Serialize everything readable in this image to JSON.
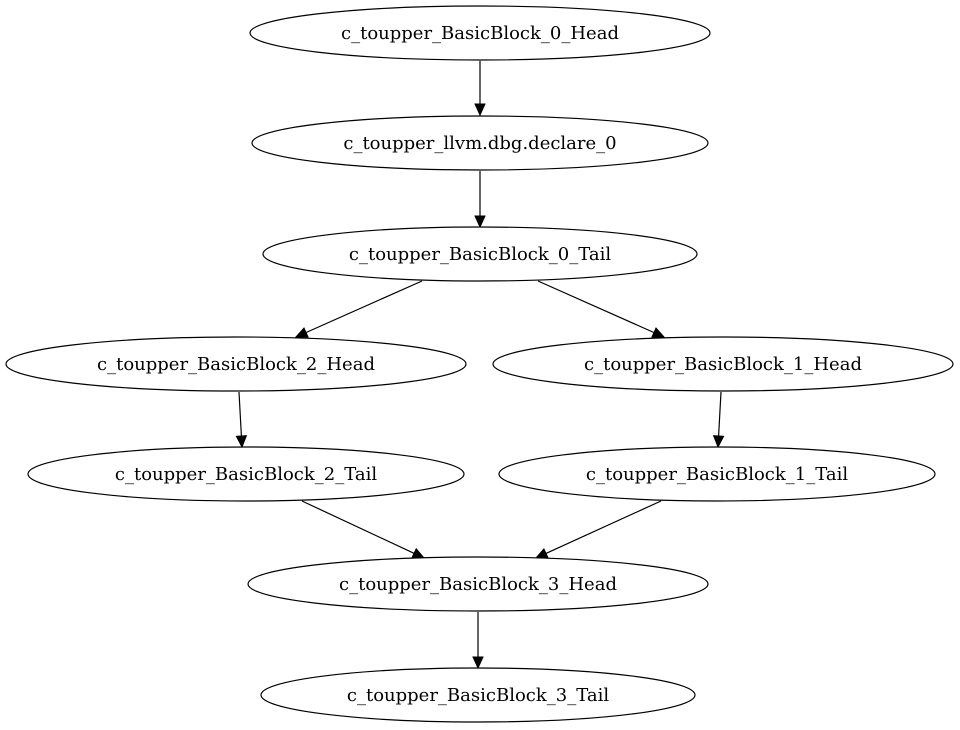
{
  "graph": {
    "nodes": [
      {
        "id": "n0",
        "label": "c_toupper_BasicBlock_0_Head"
      },
      {
        "id": "n1",
        "label": "c_toupper_llvm.dbg.declare_0"
      },
      {
        "id": "n2",
        "label": "c_toupper_BasicBlock_0_Tail"
      },
      {
        "id": "n3",
        "label": "c_toupper_BasicBlock_2_Head"
      },
      {
        "id": "n4",
        "label": "c_toupper_BasicBlock_1_Head"
      },
      {
        "id": "n5",
        "label": "c_toupper_BasicBlock_2_Tail"
      },
      {
        "id": "n6",
        "label": "c_toupper_BasicBlock_1_Tail"
      },
      {
        "id": "n7",
        "label": "c_toupper_BasicBlock_3_Head"
      },
      {
        "id": "n8",
        "label": "c_toupper_BasicBlock_3_Tail"
      }
    ],
    "edges": [
      {
        "from": "n0",
        "to": "n1"
      },
      {
        "from": "n1",
        "to": "n2"
      },
      {
        "from": "n2",
        "to": "n3"
      },
      {
        "from": "n2",
        "to": "n4"
      },
      {
        "from": "n3",
        "to": "n5"
      },
      {
        "from": "n4",
        "to": "n6"
      },
      {
        "from": "n5",
        "to": "n7"
      },
      {
        "from": "n6",
        "to": "n7"
      },
      {
        "from": "n7",
        "to": "n8"
      }
    ]
  }
}
